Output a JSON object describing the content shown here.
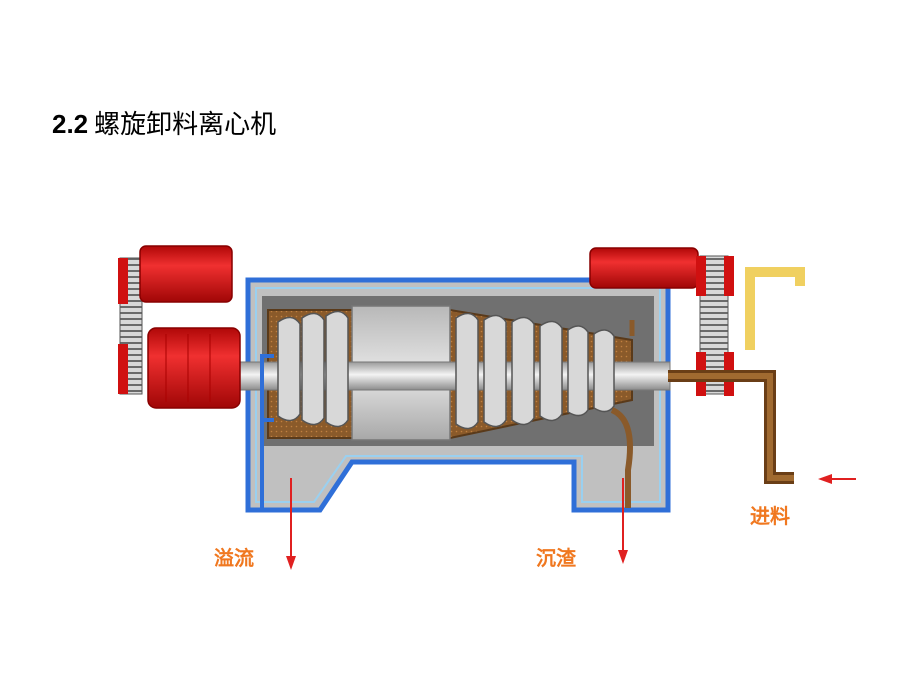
{
  "slide": {
    "title_number": "2.2",
    "title_text": "螺旋卸料离心机"
  },
  "diagram": {
    "labels": {
      "overflow": "溢流",
      "sediment": "沉渣",
      "feed": "进料"
    },
    "colors": {
      "motor_red": "#e01818",
      "housing_grey": "#bdbdbd",
      "frame_blue": "#2f6fd8",
      "sludge_brown": "#8a5a2a",
      "feed_yellow": "#f0d060",
      "arrow_red": "#e02020",
      "label_orange": "#f07820"
    }
  }
}
